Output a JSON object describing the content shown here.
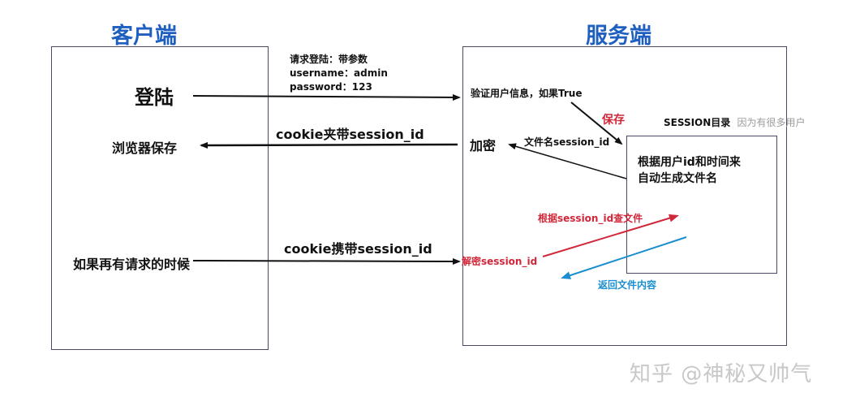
{
  "client": {
    "title": "客户端",
    "login": "登陆",
    "browser_save": "浏览器保存",
    "next_request": "如果再有请求的时候"
  },
  "server": {
    "title": "服务端",
    "verify": "验证用户信息，如果True",
    "encrypt": "加密",
    "save": "保存",
    "session_dir": "SESSION目录",
    "session_dir_note": "因为有很多用户",
    "generate_line1": "根据用户id和时间来",
    "generate_line2": "自动生成文件名",
    "decrypt": "解密session_id",
    "lookup": "根据session_id查文件",
    "return": "返回文件内容",
    "filename": "文件名session_id"
  },
  "request": {
    "line1": "请求登陆：带参数",
    "line2": "username：admin",
    "line3": "password：123"
  },
  "flows": {
    "cookie_carry": "cookie夹带session_id",
    "cookie_send": "cookie携带session_id"
  },
  "colors": {
    "title_blue": "#1f5fbf",
    "red": "#d0283a",
    "cyan": "#1a8ed0"
  },
  "watermark": "知乎 @神秘又帅气"
}
